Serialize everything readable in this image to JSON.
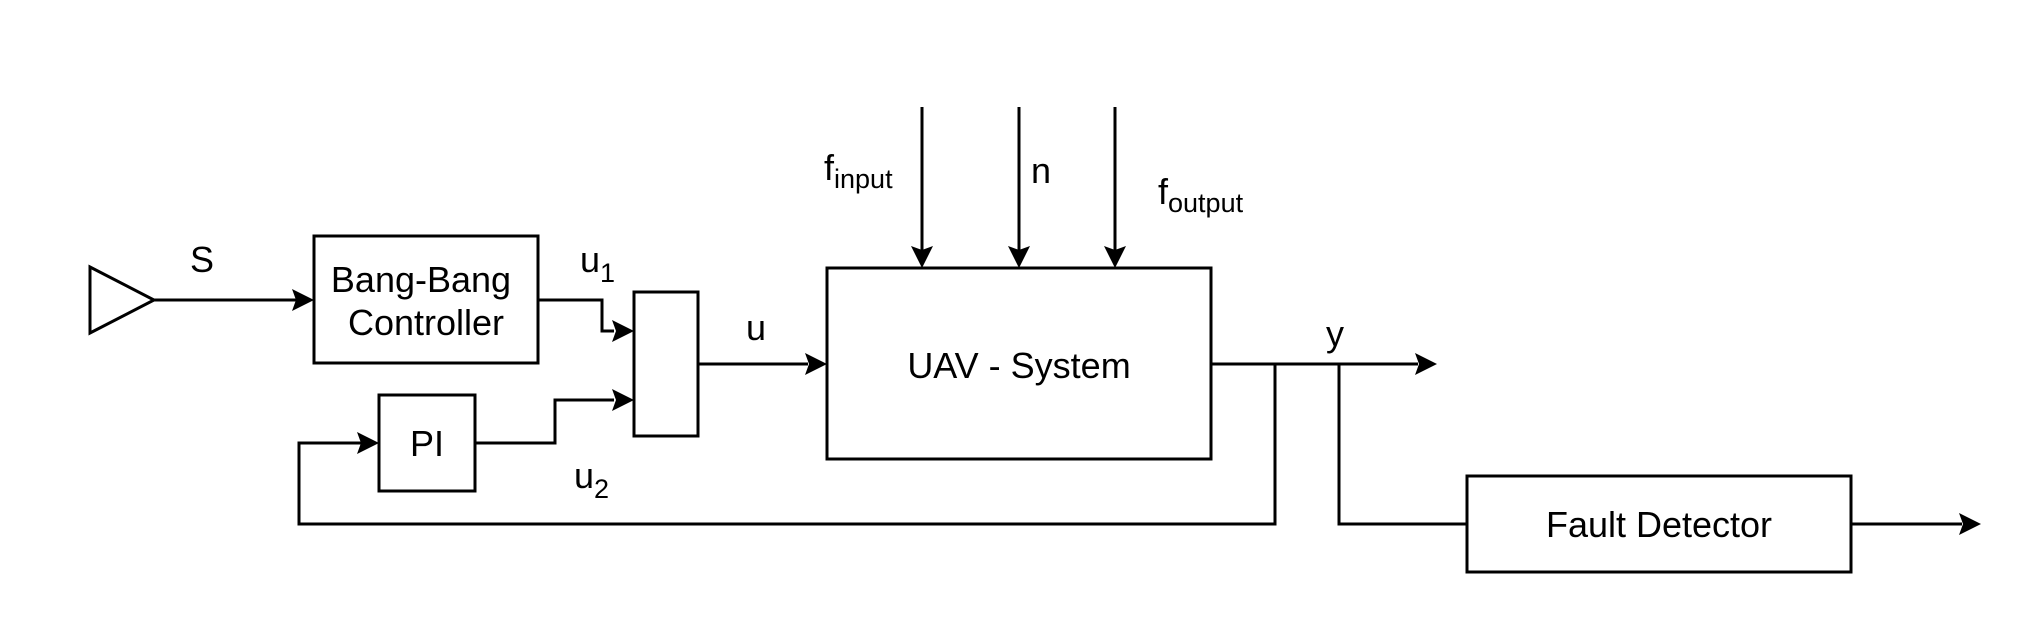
{
  "blocks": {
    "bang_bang": {
      "line1": "Bang-Bang",
      "line2": "Controller"
    },
    "pi": {
      "label": "PI"
    },
    "uav": {
      "label": "UAV - System"
    },
    "fault_detector": {
      "label": "Fault Detector"
    }
  },
  "signals": {
    "s": "S",
    "u1": {
      "base": "u",
      "sub": "1"
    },
    "u2": {
      "base": "u",
      "sub": "2"
    },
    "u": "u",
    "y": "y",
    "n": "n",
    "f_input": {
      "base": "f",
      "sub": "input"
    },
    "f_output": {
      "base": "f",
      "sub": "output"
    }
  },
  "colors": {
    "stroke": "#000000",
    "background": "#ffffff"
  }
}
